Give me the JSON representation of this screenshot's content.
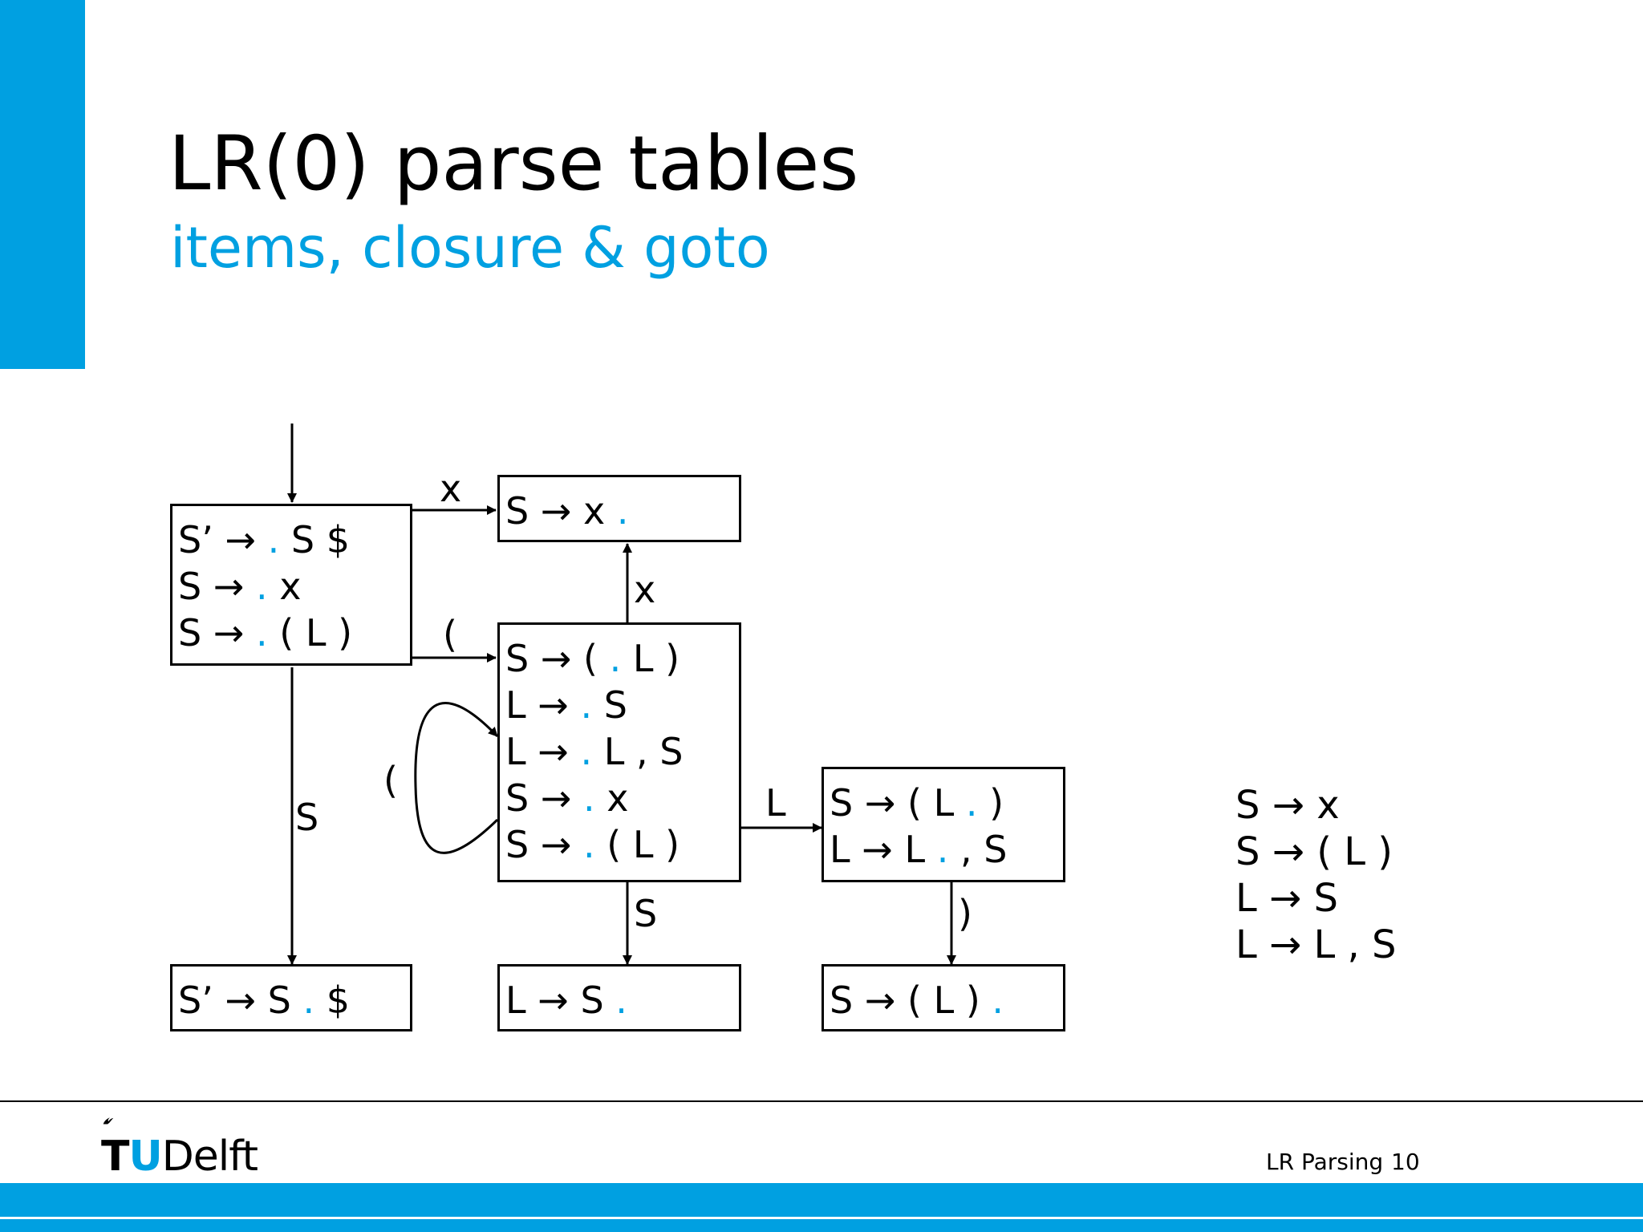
{
  "slide": {
    "title": "LR(0) parse tables",
    "subtitle": "items, closure & goto"
  },
  "states": {
    "s0": [
      "S’ → . S $",
      "S → . x",
      "S → . ( L )"
    ],
    "s1": [
      "S → x ."
    ],
    "s2": [
      "S → ( . L )",
      "L → . S",
      "L → . L , S",
      "S → . x",
      "S → . ( L )"
    ],
    "s3": [
      "S → ( L . )",
      "L → L . , S"
    ],
    "s4": [
      "S’ → S . $"
    ],
    "s5": [
      "L → S ."
    ],
    "s6": [
      "S → ( L ) ."
    ]
  },
  "edges": {
    "s0_s1": "x",
    "s2_s1": "x",
    "s0_s2": "(",
    "s2_s2": "(",
    "s0_s4": "S",
    "s2_s3": "L",
    "s2_s5": "S",
    "s3_s6": ")"
  },
  "grammar": [
    "S → x",
    "S → ( L )",
    "L → S",
    "L → L , S"
  ],
  "footer": {
    "logo": "TUDelft",
    "title": "LR Parsing",
    "page": "10"
  }
}
